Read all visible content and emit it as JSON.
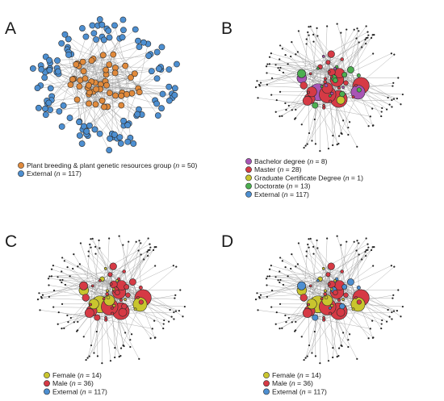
{
  "colors": {
    "plant_group": "#e08a3c",
    "external": "#4d8fd1",
    "bachelor": "#a855b5",
    "master": "#d63a45",
    "graduate_certificate": "#c9c52e",
    "doctorate": "#4caf50",
    "female": "#c9c52e",
    "male": "#d63a45"
  },
  "panels": [
    {
      "letter": "A",
      "legend": [
        {
          "label": "Plant breeding & plant genetic resources group (",
          "n_label": "n",
          "count": " = 50)",
          "color": "#e08a3c",
          "icon": "orange-circle-icon"
        },
        {
          "label": "External (",
          "n_label": "n",
          "count": " = 117)",
          "color": "#4d8fd1",
          "icon": "blue-circle-icon"
        }
      ]
    },
    {
      "letter": "B",
      "legend": [
        {
          "label": "Bachelor degree (",
          "n_label": "n",
          "count": " = 8)",
          "color": "#a855b5",
          "icon": "purple-circle-icon"
        },
        {
          "label": "Master (",
          "n_label": "n",
          "count": " = 28)",
          "color": "#d63a45",
          "icon": "red-circle-icon"
        },
        {
          "label": "Graduate Certificate Degree (",
          "n_label": "n",
          "count": " = 1)",
          "color": "#c9c52e",
          "icon": "yellow-circle-icon"
        },
        {
          "label": "Doctorate (",
          "n_label": "n",
          "count": " = 13)",
          "color": "#4caf50",
          "icon": "green-circle-icon"
        },
        {
          "label": "External (",
          "n_label": "n",
          "count": " = 117)",
          "color": "#4d8fd1",
          "icon": "blue-circle-icon"
        }
      ]
    },
    {
      "letter": "C",
      "legend": [
        {
          "label": "Female (",
          "n_label": "n",
          "count": " = 14)",
          "color": "#c9c52e",
          "icon": "yellow-circle-icon"
        },
        {
          "label": "Male (",
          "n_label": "n",
          "count": " = 36)",
          "color": "#d63a45",
          "icon": "red-circle-icon"
        },
        {
          "label": "External (",
          "n_label": "n",
          "count": " = 117)",
          "color": "#4d8fd1",
          "icon": "blue-circle-icon"
        }
      ]
    },
    {
      "letter": "D",
      "legend": [
        {
          "label": "Female (",
          "n_label": "n",
          "count": " = 14)",
          "color": "#c9c52e",
          "icon": "yellow-circle-icon"
        },
        {
          "label": "Male (",
          "n_label": "n",
          "count": " = 36)",
          "color": "#d63a45",
          "icon": "red-circle-icon"
        },
        {
          "label": "External (",
          "n_label": "n",
          "count": " = 117)",
          "color": "#4d8fd1",
          "icon": "blue-circle-icon"
        }
      ]
    }
  ]
}
